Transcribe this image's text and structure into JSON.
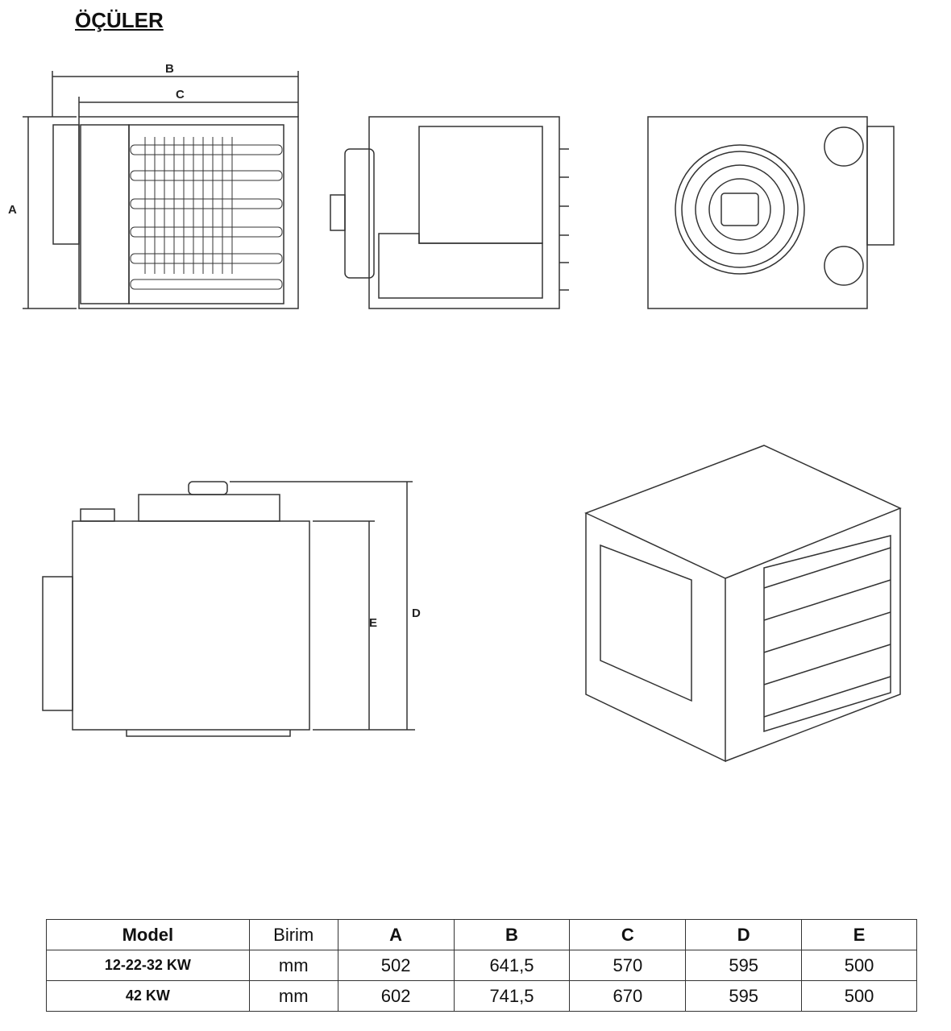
{
  "title": "ÖÇÜLER",
  "dimension_labels": {
    "A": "A",
    "B": "B",
    "C": "C",
    "D": "D",
    "E": "E"
  },
  "table": {
    "headers": [
      "Model",
      "Birim",
      "A",
      "B",
      "C",
      "D",
      "E"
    ],
    "rows": [
      [
        "12-22-32 KW",
        "mm",
        "502",
        "641,5",
        "570",
        "595",
        "500"
      ],
      [
        "42 KW",
        "mm",
        "602",
        "741,5",
        "670",
        "595",
        "500"
      ]
    ]
  }
}
